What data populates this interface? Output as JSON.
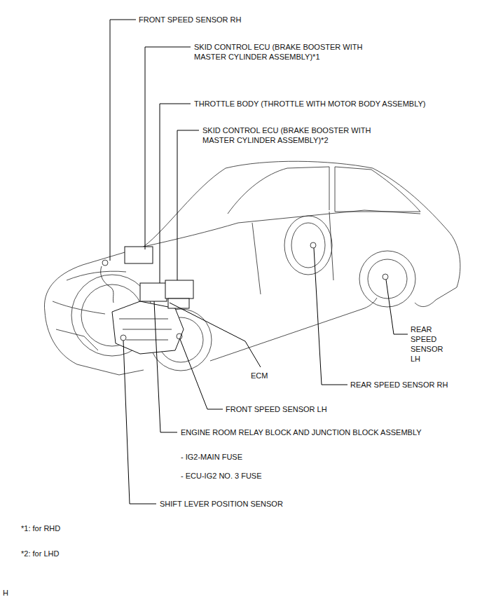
{
  "diagram": {
    "labels": [
      "FRONT SPEED SENSOR RH",
      "SKID CONTROL ECU (BRAKE BOOSTER WITH MASTER CYLINDER ASSEMBLY)*1",
      "THROTTLE BODY (THROTTLE WITH MOTOR BODY ASSEMBLY)",
      "SKID CONTROL ECU (BRAKE BOOSTER WITH MASTER CYLINDER ASSEMBLY)*2",
      "REAR SPEED SENSOR LH",
      "ECM",
      "REAR SPEED SENSOR RH",
      "FRONT SPEED SENSOR LH",
      "ENGINE ROOM RELAY BLOCK AND JUNCTION BLOCK ASSEMBLY",
      "- IG2-MAIN FUSE",
      "- ECU-IG2 NO. 3 FUSE",
      "SHIFT LEVER POSITION SENSOR",
      "*1: for RHD",
      "*2: for LHD",
      "H"
    ]
  }
}
